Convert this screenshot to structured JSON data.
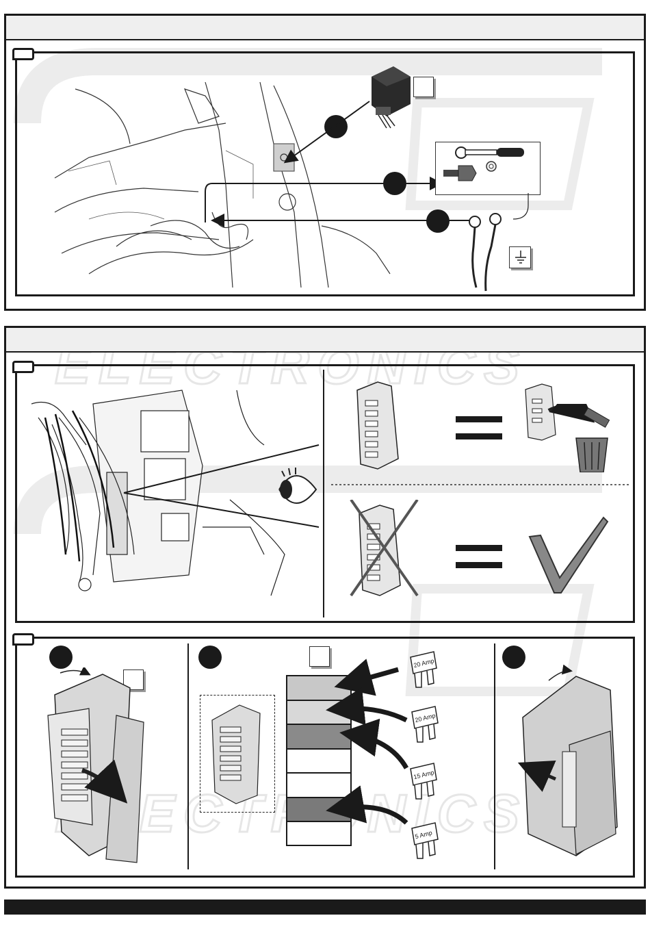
{
  "watermark": {
    "brand_text": "ELECTRONICS",
    "colors": {
      "watermark": "#e8e8e8"
    }
  },
  "step1": {
    "ground_icon": "ground-icon"
  },
  "step3": {
    "fuses": [
      {
        "label": "20 Amp"
      },
      {
        "label": "20 Amp"
      },
      {
        "label": "15 Amp"
      },
      {
        "label": "5 Amp"
      }
    ],
    "slot_colors": [
      "#c8c8c8",
      "#d8d8d8",
      "#8a8a8a",
      "#ffffff",
      "#ffffff",
      "#7a7a7a",
      "#ffffff"
    ]
  }
}
